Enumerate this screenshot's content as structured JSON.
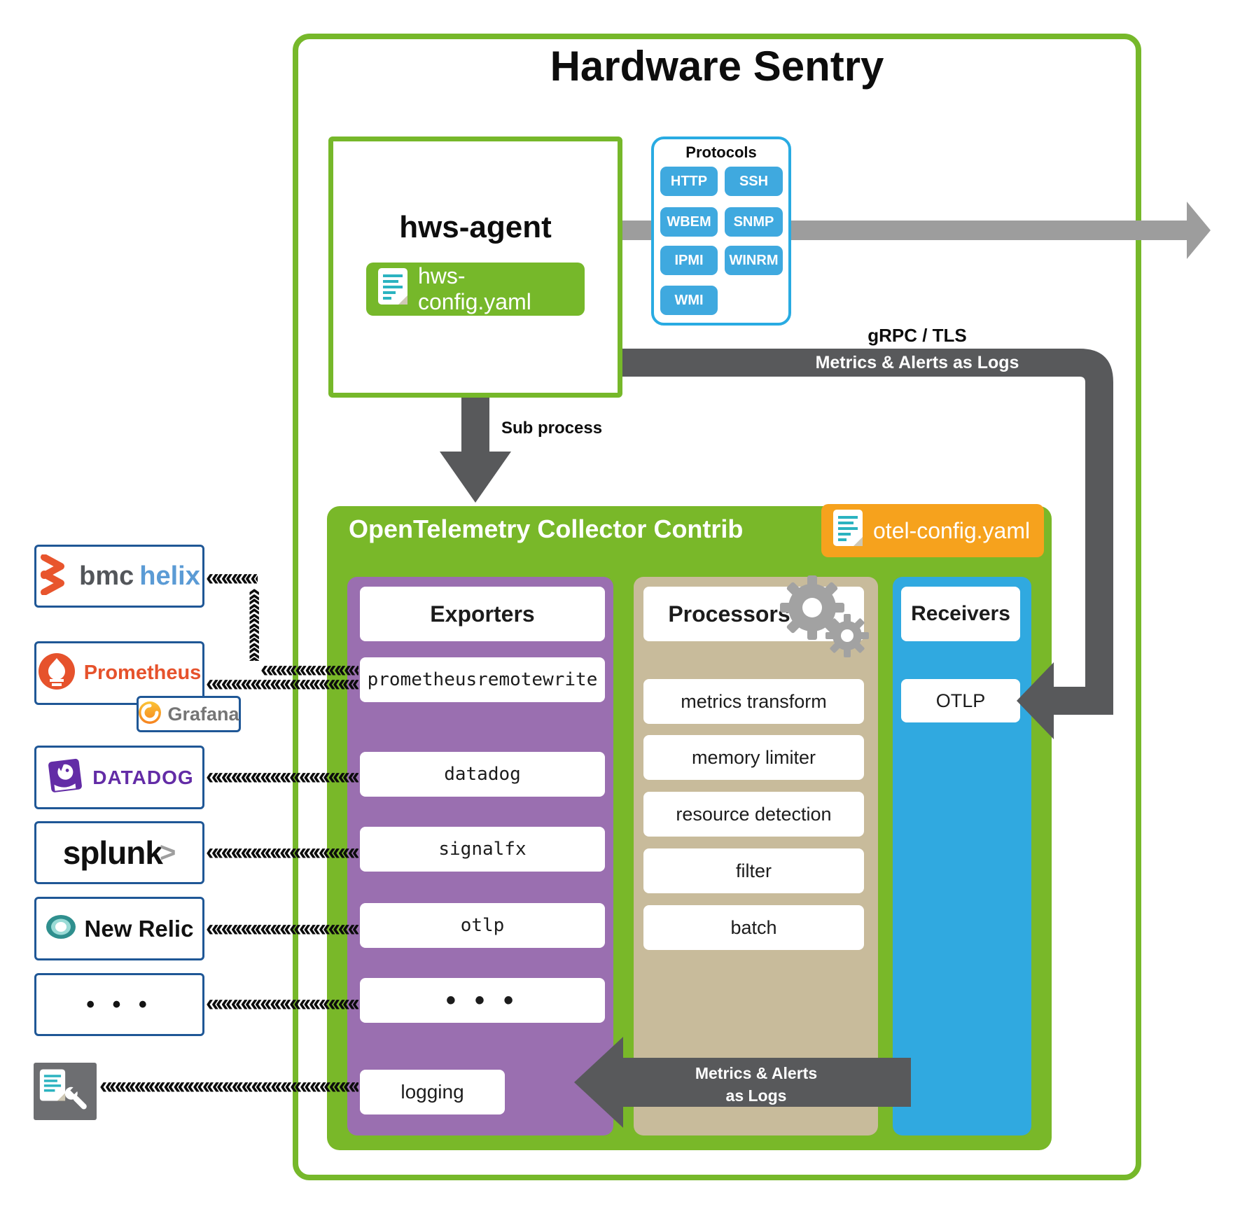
{
  "title": "Hardware Sentry",
  "agent": {
    "name": "hws-agent",
    "config": "hws-config.yaml"
  },
  "protocols": {
    "title": "Protocols",
    "items": [
      "HTTP",
      "SSH",
      "WBEM",
      "SNMP",
      "IPMI",
      "WINRM",
      "WMI"
    ]
  },
  "labels": {
    "grpc": "gRPC / TLS",
    "grpc_sub": "Metrics & Alerts as Logs",
    "subprocess": "Sub process",
    "logs1": "Metrics & Alerts",
    "logs2": "as Logs"
  },
  "collector": {
    "title": "OpenTelemetry Collector Contrib",
    "config": "otel-config.yaml",
    "exporters": {
      "title": "Exporters",
      "items": [
        "prometheusremotewrite",
        "datadog",
        "signalfx",
        "otlp",
        "• • •",
        "logging"
      ]
    },
    "processors": {
      "title": "Processors",
      "items": [
        "metrics transform",
        "memory limiter",
        "resource detection",
        "filter",
        "batch"
      ]
    },
    "receivers": {
      "title": "Receivers",
      "items": [
        "OTLP"
      ]
    }
  },
  "destinations": {
    "bmc": {
      "part1": "bmc",
      "part2": "helix"
    },
    "prometheus": {
      "label": "Prometheus"
    },
    "grafana": {
      "label": "Grafana"
    },
    "datadog": {
      "label": "DATADOG"
    },
    "splunk": {
      "label": "splunk",
      "caret": ">"
    },
    "newrelic": {
      "label": "New Relic"
    },
    "more": {
      "label": "• • •"
    }
  },
  "arrows": {
    "chevrons": "««««««««««««««««««««««««««««««««««"
  },
  "icons": {
    "config_file": "document-icon",
    "processors": "gears-icon",
    "tools": "wrench-icon"
  },
  "colors": {
    "green": "#76b82a",
    "purple": "#9a6fb0",
    "tan": "#c8bb9b",
    "column_blue": "#30a9e0",
    "orange": "#f6a21d",
    "dark_gray": "#58595b",
    "mid_gray": "#9d9d9d",
    "protocol_blue": "#3fa9df",
    "destination_border": "#1f5796"
  }
}
